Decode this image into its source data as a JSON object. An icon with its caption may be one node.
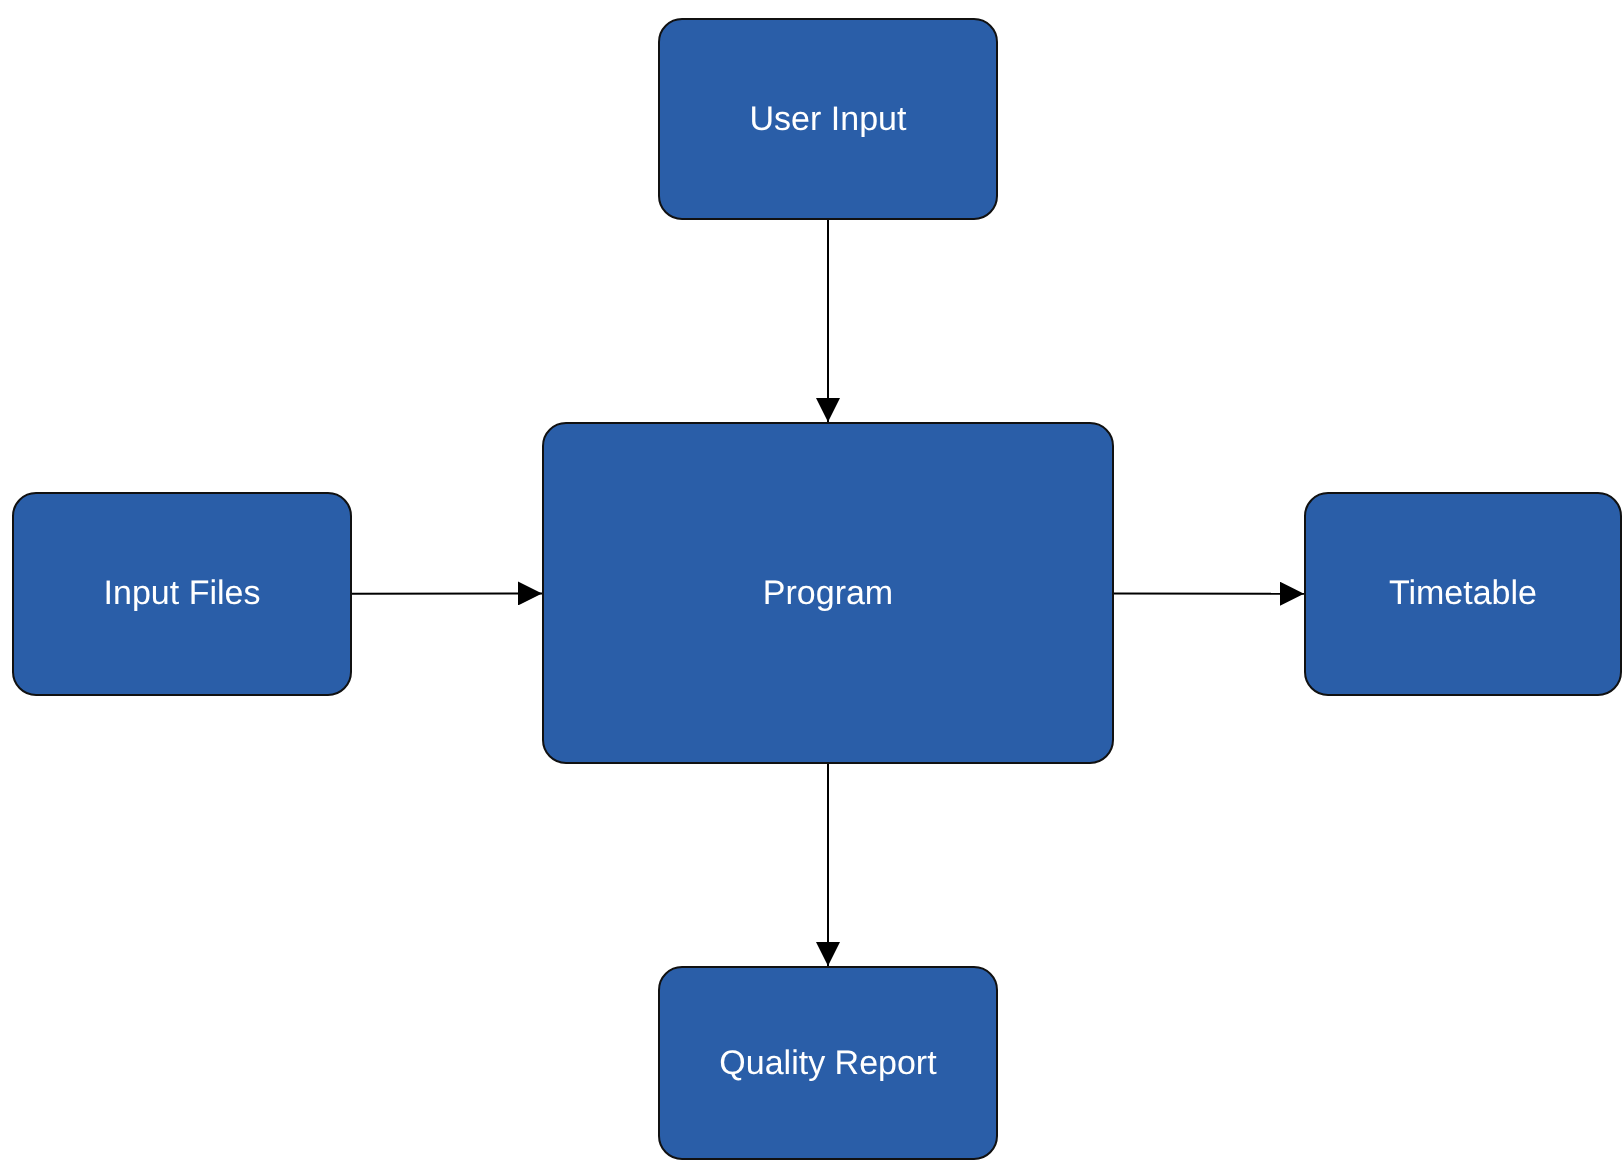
{
  "diagram": {
    "nodes": [
      {
        "text": [
          "User Input"
        ]
      },
      {
        "text": [
          "Input Files"
        ]
      },
      {
        "text": [
          "Program"
        ]
      },
      {
        "text": [
          "Timetable"
        ]
      },
      {
        "text": [
          "Quality Report"
        ]
      }
    ],
    "edges": [
      {
        "from": 0,
        "to": 2,
        "arrow": "to"
      },
      {
        "from": 1,
        "to": 2,
        "arrow": "to"
      },
      {
        "from": 2,
        "to": 3,
        "arrow": "to"
      },
      {
        "from": 2,
        "to": 4,
        "arrow": "to"
      }
    ]
  }
}
